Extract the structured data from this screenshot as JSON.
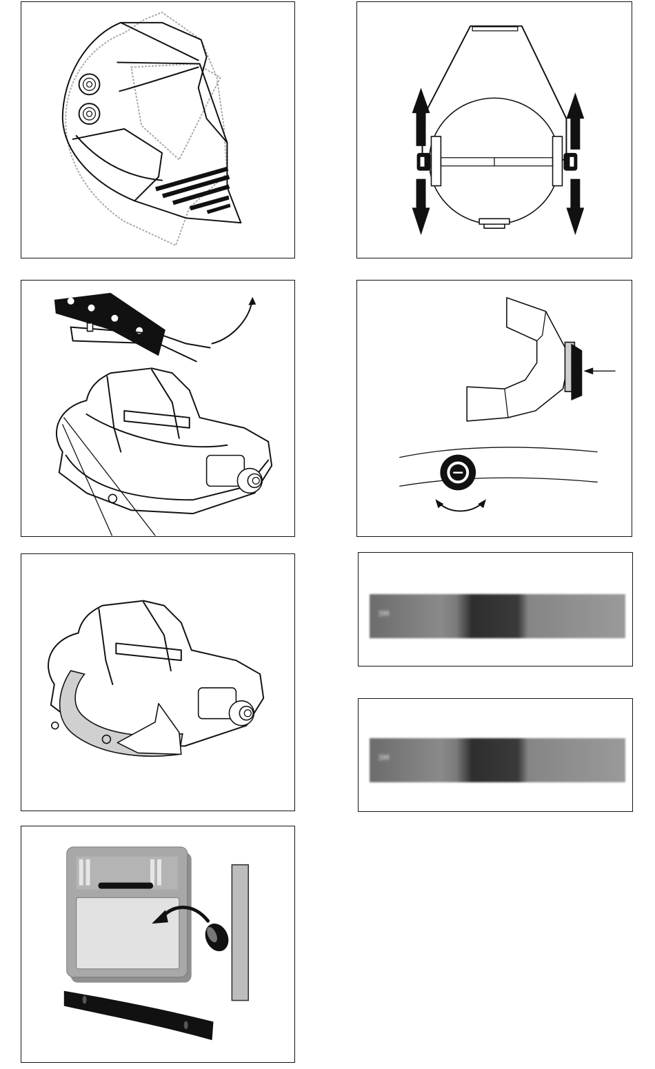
{
  "figures": [
    {
      "id": "helmet-side-view"
    },
    {
      "id": "headgear-adjust-top-view"
    },
    {
      "id": "crown-strap-adjust"
    },
    {
      "id": "ratchet-knob-adjust"
    },
    {
      "id": "sweatband-replace"
    },
    {
      "id": "label-strip-1",
      "text": "3M"
    },
    {
      "id": "label-strip-2",
      "text": "3M"
    },
    {
      "id": "filter-cartridge-replace"
    }
  ],
  "colors": {
    "line": "#111111",
    "panel_bg": "#ffffff",
    "sweatband_fill": "#d0d0d0",
    "cartridge_fill": "#a8a8a8",
    "sketch_line": "#a9a9a9"
  }
}
